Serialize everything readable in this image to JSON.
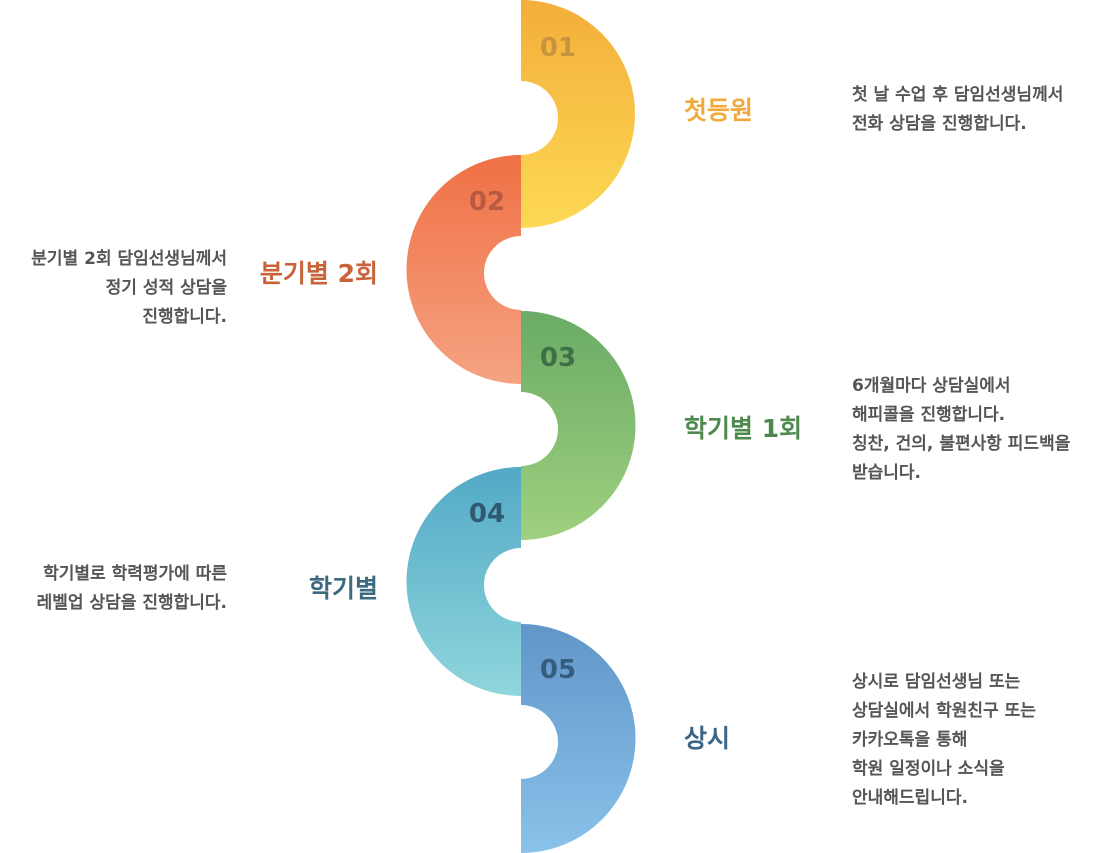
{
  "steps": [
    {
      "num": "01",
      "title": "첫등원",
      "color": "#f3a93a",
      "numColor": "#c8953e",
      "grad": [
        "#f3ae3a",
        "#fdd955"
      ],
      "desc": [
        "첫 날 수업 후 담임선생님께서",
        "전화 상담을 진행합니다."
      ]
    },
    {
      "num": "02",
      "title": "분기별 2회",
      "color": "#c8633a",
      "numColor": "#b85a3f",
      "grad": [
        "#ef7044",
        "#f5a383"
      ],
      "desc": [
        "분기별 2회 담임선생님께서",
        "정기 성적 상담을",
        "진행합니다."
      ]
    },
    {
      "num": "03",
      "title": "학기별 1회",
      "color": "#4e8a4e",
      "numColor": "#3f6f46",
      "grad": [
        "#6aab66",
        "#9ed07e"
      ],
      "desc": [
        "6개월마다 상담실에서",
        "해피콜을 진행합니다.",
        "칭찬, 건의, 불편사항 피드백을",
        "받습니다."
      ]
    },
    {
      "num": "04",
      "title": "학기별",
      "color": "#3e6a80",
      "numColor": "#2f5a70",
      "grad": [
        "#52a9c6",
        "#8fd6dc"
      ],
      "desc": [
        "학기별로 학력평가에 따른",
        "레벨업 상담을 진행합니다."
      ]
    },
    {
      "num": "05",
      "title": "상시",
      "color": "#3d6585",
      "numColor": "#345e80",
      "grad": [
        "#6196c8",
        "#89c2ea"
      ],
      "desc": [
        "상시로 담임선생님 또는",
        "상담실에서 학원친구 또는",
        "카카오톡을 통해",
        "학원 일정이나 소식을",
        "안내해드립니다."
      ]
    }
  ]
}
